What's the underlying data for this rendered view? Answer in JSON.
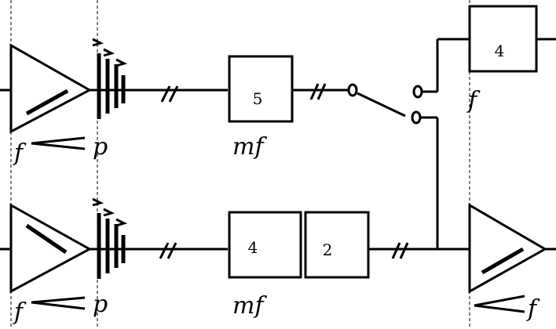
{
  "diagram": {
    "top_row": {
      "start_dynamic": "f",
      "end_dynamic": "p",
      "box_label": "5",
      "box_dynamic": "mf"
    },
    "bottom_row": {
      "start_dynamic": "f",
      "end_dynamic": "p",
      "box1_label": "4",
      "box2_label": "2",
      "box_dynamic": "mf"
    },
    "right_column": {
      "box_label": "4",
      "box_dynamic": "f",
      "end_dynamic": "f"
    }
  }
}
